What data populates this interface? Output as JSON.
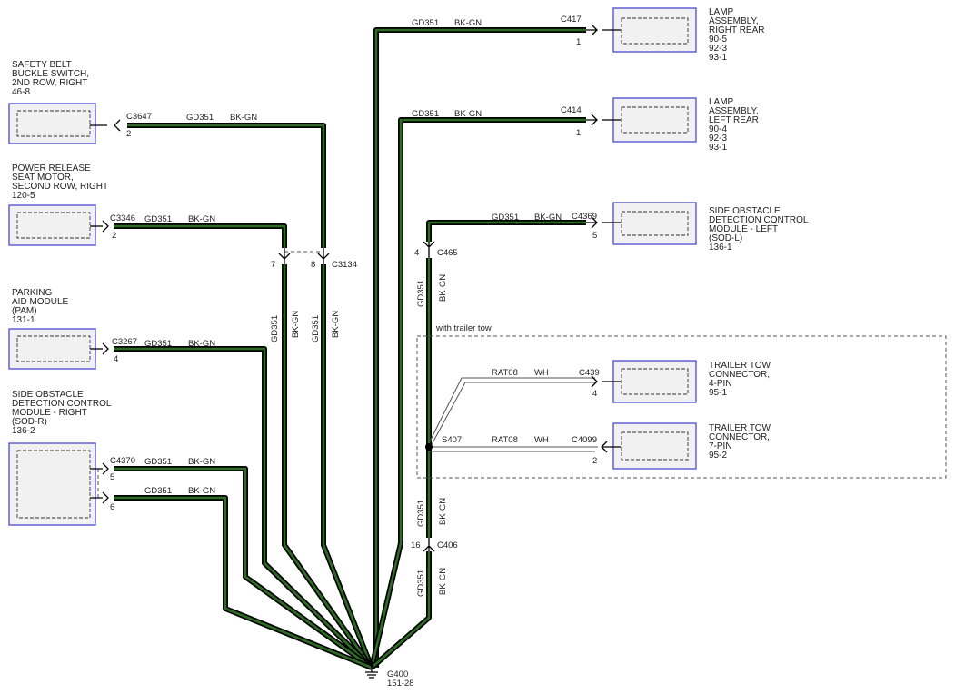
{
  "components": {
    "lamp_rr": {
      "lines": [
        "LAMP",
        "ASSEMBLY,",
        "RIGHT REAR",
        "90-5",
        "92-3",
        "93-1"
      ]
    },
    "lamp_lr": {
      "lines": [
        "LAMP",
        "ASSEMBLY,",
        "LEFT REAR",
        "90-4",
        "92-3",
        "93-1"
      ]
    },
    "sod_l": {
      "lines": [
        "SIDE OBSTACLE",
        "DETECTION CONTROL",
        "MODULE - LEFT",
        "(SOD-L)",
        "136-1"
      ]
    },
    "trailer4": {
      "lines": [
        "TRAILER TOW",
        "CONNECTOR,",
        "4-PIN",
        "95-1"
      ]
    },
    "trailer7": {
      "lines": [
        "TRAILER TOW",
        "CONNECTOR,",
        "7-PIN",
        "95-2"
      ]
    },
    "belt": {
      "lines": [
        "SAFETY BELT",
        "BUCKLE SWITCH,",
        "2ND ROW, RIGHT",
        "46-8"
      ]
    },
    "seat": {
      "lines": [
        "POWER RELEASE",
        "SEAT MOTOR,",
        "SECOND ROW, RIGHT",
        "120-5"
      ]
    },
    "pam": {
      "lines": [
        "PARKING",
        "AID MODULE",
        "(PAM)",
        "131-1"
      ]
    },
    "sod_r": {
      "lines": [
        "SIDE OBSTACLE",
        "DETECTION CONTROL",
        "MODULE - RIGHT",
        "(SOD-R)",
        "136-2"
      ]
    }
  },
  "connectors": {
    "c417": "C417",
    "c414": "C414",
    "c4369": "C4369",
    "c439": "C439",
    "c4099": "C4099",
    "c3647": "C3647",
    "c3346": "C3346",
    "c3267": "C3267",
    "c4370": "C4370",
    "c465": "C465",
    "c3134": "C3134",
    "c406": "C406"
  },
  "pins": {
    "c417": "1",
    "c414": "1",
    "c4369": "5",
    "c439": "4",
    "c4099": "2",
    "c3647": "2",
    "c3346": "2",
    "c3267": "4",
    "c4370_a": "5",
    "c4370_b": "6",
    "c465": "4",
    "c3134_a": "7",
    "c3134_b": "8",
    "c406": "16"
  },
  "wire": {
    "circuit": "GD351",
    "color": "BK-GN"
  },
  "trailer_wire": {
    "circuit": "RAT08",
    "color": "WH"
  },
  "splice": "S407",
  "option_label": "with trailer tow",
  "ground": {
    "id": "G400",
    "ref": "151-28"
  },
  "colors": {
    "wire_fill": "#2e6b24",
    "box_border": "#4a4ad0",
    "box_fill": "#f1f1f1"
  }
}
